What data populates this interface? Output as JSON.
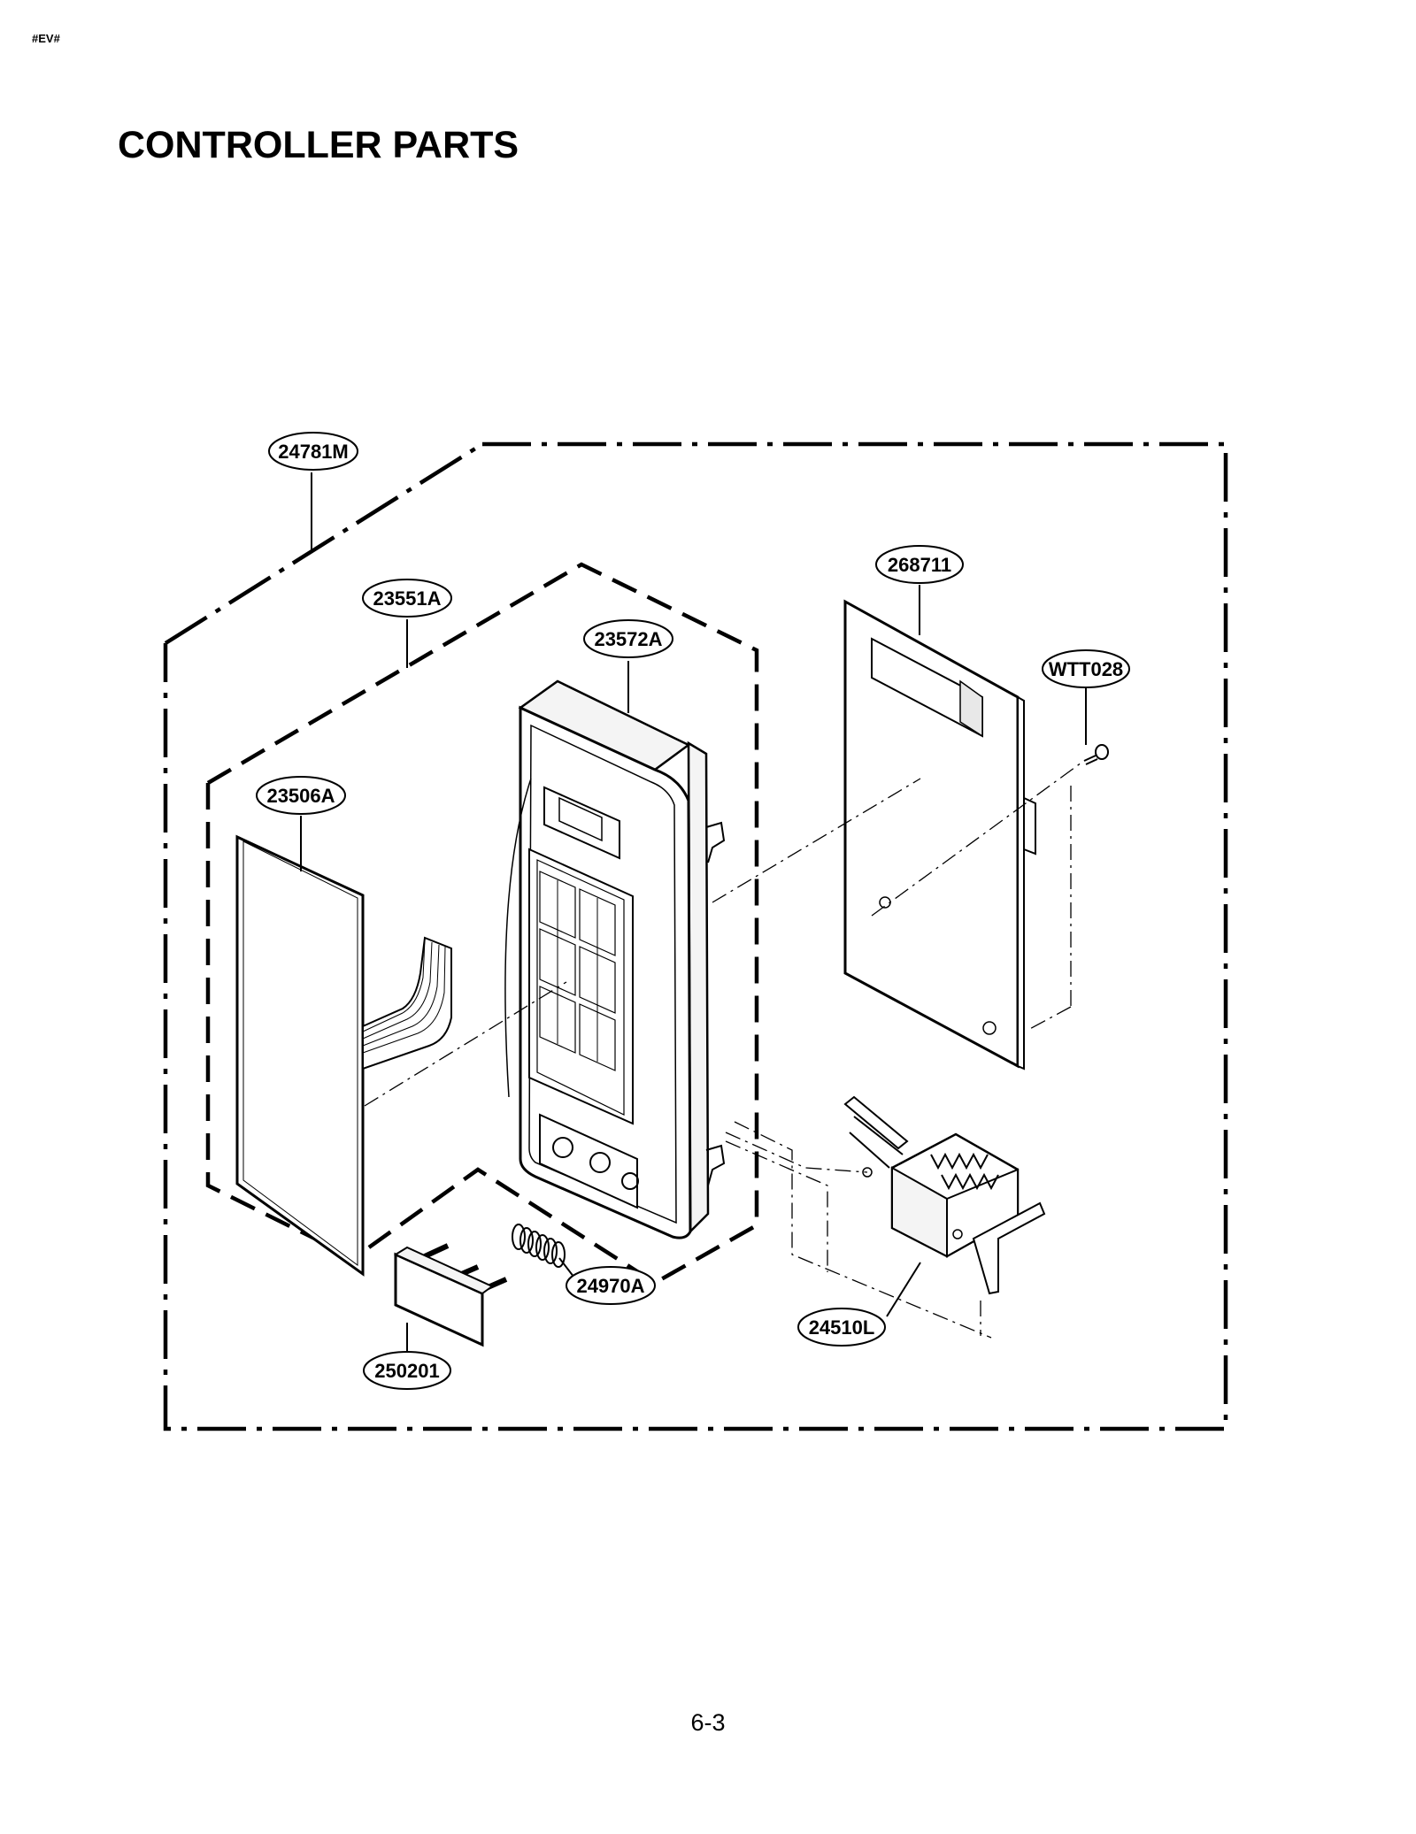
{
  "document": {
    "code": "#EV#",
    "title": "CONTROLLER PARTS",
    "page_number": "6-3"
  },
  "callouts": {
    "assembly": "24781M",
    "panel_assembly": "23551A",
    "control_panel": "23572A",
    "membrane_switch": "23506A",
    "pcb": "268711",
    "screw": "WTT028",
    "spring": "24970A",
    "button": "250201",
    "latch_board": "24510L"
  },
  "colors": {
    "ink": "#000000",
    "panel_fill": "#f4f4f4",
    "paper": "#ffffff"
  }
}
